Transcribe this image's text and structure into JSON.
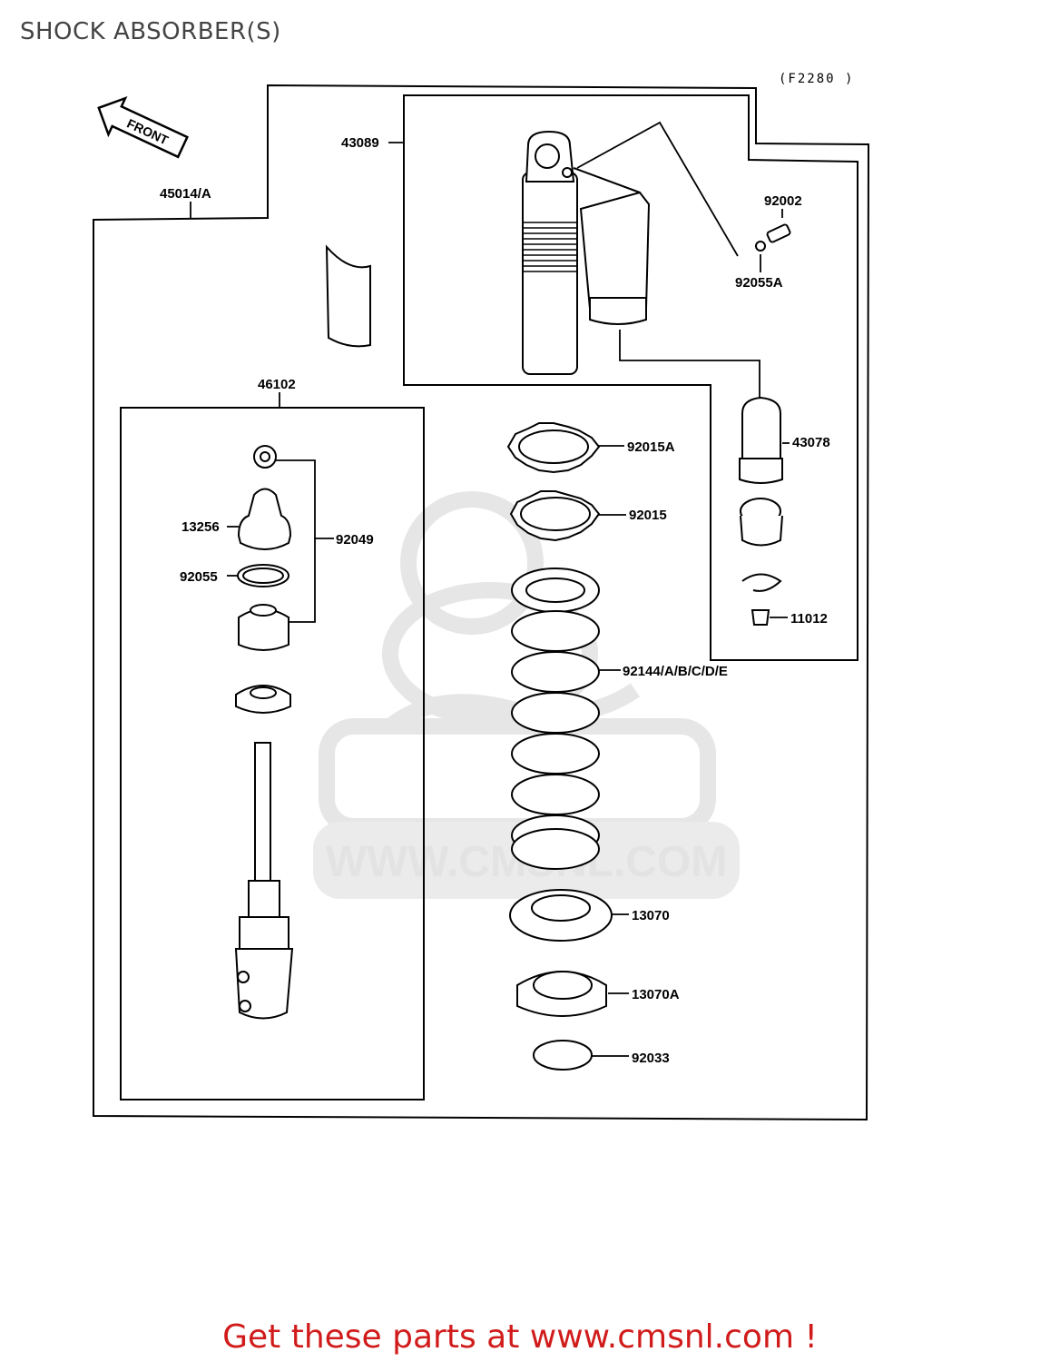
{
  "page": {
    "title": "SHOCK ABSORBER(S)"
  },
  "diagram": {
    "code": "(F2280 )",
    "front_label": "FRONT",
    "watermark": "WWW.CMSNL.COM",
    "labels": {
      "l45014": "45014/A",
      "l43089": "43089",
      "l92002": "92002",
      "l92055A": "92055A",
      "l46102": "46102",
      "l92015A": "92015A",
      "l92015": "92015",
      "l43078": "43078",
      "l13256": "13256",
      "l92049": "92049",
      "l92055": "92055",
      "l11012": "11012",
      "l92144": "92144/A/B/C/D/E",
      "l13070": "13070",
      "l13070A": "13070A",
      "l92033": "92033"
    }
  },
  "footer": {
    "text": "Get these parts at www.cmsnl.com !"
  }
}
